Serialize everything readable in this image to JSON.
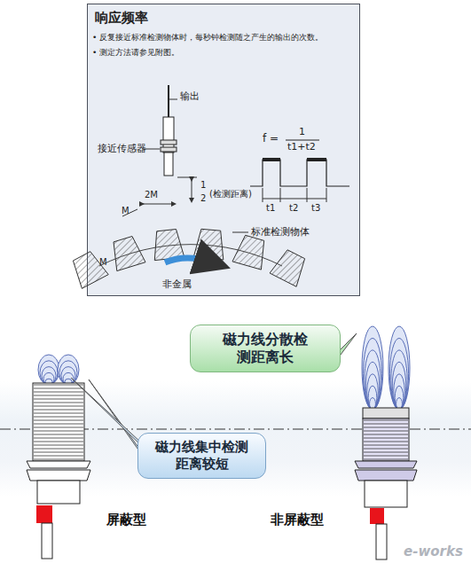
{
  "diagram": {
    "nodes": [
      {
        "text": [
          "响应频率",
          "• 反复接近标准检测物体时，每秒钟检测随之产生的输出的次数。",
          "• 测定方法请参见附图。"
        ]
      },
      {
        "text": [
          "磁力线分散检测距离长"
        ]
      },
      {
        "text": [
          "磁力线集中检测距离较短"
        ]
      }
    ],
    "labels": [
      "输出",
      "接近传感器",
      "2M",
      "M",
      "M",
      "1",
      "2",
      "(检测距离)",
      "标准检测物体",
      "非金属",
      "f =",
      "1",
      "t1+t2",
      "t1",
      "t2",
      "t3",
      "屏蔽型",
      "非屏蔽型",
      "e-works"
    ]
  }
}
